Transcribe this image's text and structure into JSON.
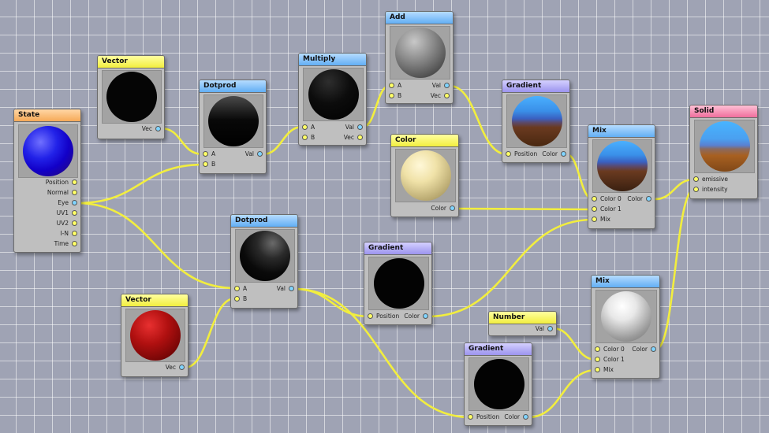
{
  "colors": {
    "wire": "#f2ee3e",
    "canvas": "#9fa3b4"
  },
  "nodes": {
    "state": {
      "title": "State",
      "ports": [
        "Position",
        "Normal",
        "Eye",
        "UV1",
        "UV2",
        "I-N",
        "Time"
      ]
    },
    "vector1": {
      "title": "Vector",
      "out": "Vec"
    },
    "dotprod1": {
      "title": "Dotprod",
      "in_a": "A",
      "in_b": "B",
      "out": "Val"
    },
    "multiply": {
      "title": "Multiply",
      "in_a": "A",
      "in_b": "B",
      "out": "Val",
      "out2": "Vec"
    },
    "add": {
      "title": "Add",
      "in_a": "A",
      "in_b": "B",
      "out": "Val",
      "out2": "Vec"
    },
    "gradient1": {
      "title": "Gradient",
      "in": "Position",
      "out": "Color"
    },
    "color": {
      "title": "Color",
      "out": "Color"
    },
    "mix1": {
      "title": "Mix",
      "in_0": "Color 0",
      "in_1": "Color 1",
      "in_mix": "Mix",
      "out": "Color"
    },
    "solid": {
      "title": "Solid",
      "in_emissive": "emissive",
      "in_intensity": "intensity"
    },
    "dotprod2": {
      "title": "Dotprod",
      "in_a": "A",
      "in_b": "B",
      "out": "Val"
    },
    "vector2": {
      "title": "Vector",
      "out": "Vec"
    },
    "gradient2": {
      "title": "Gradient",
      "in": "Position",
      "out": "Color"
    },
    "number": {
      "title": "Number",
      "out": "Val"
    },
    "mix2": {
      "title": "Mix",
      "in_0": "Color 0",
      "in_1": "Color 1",
      "in_mix": "Mix",
      "out": "Color"
    },
    "gradient3": {
      "title": "Gradient",
      "in": "Position",
      "out": "Color"
    }
  }
}
